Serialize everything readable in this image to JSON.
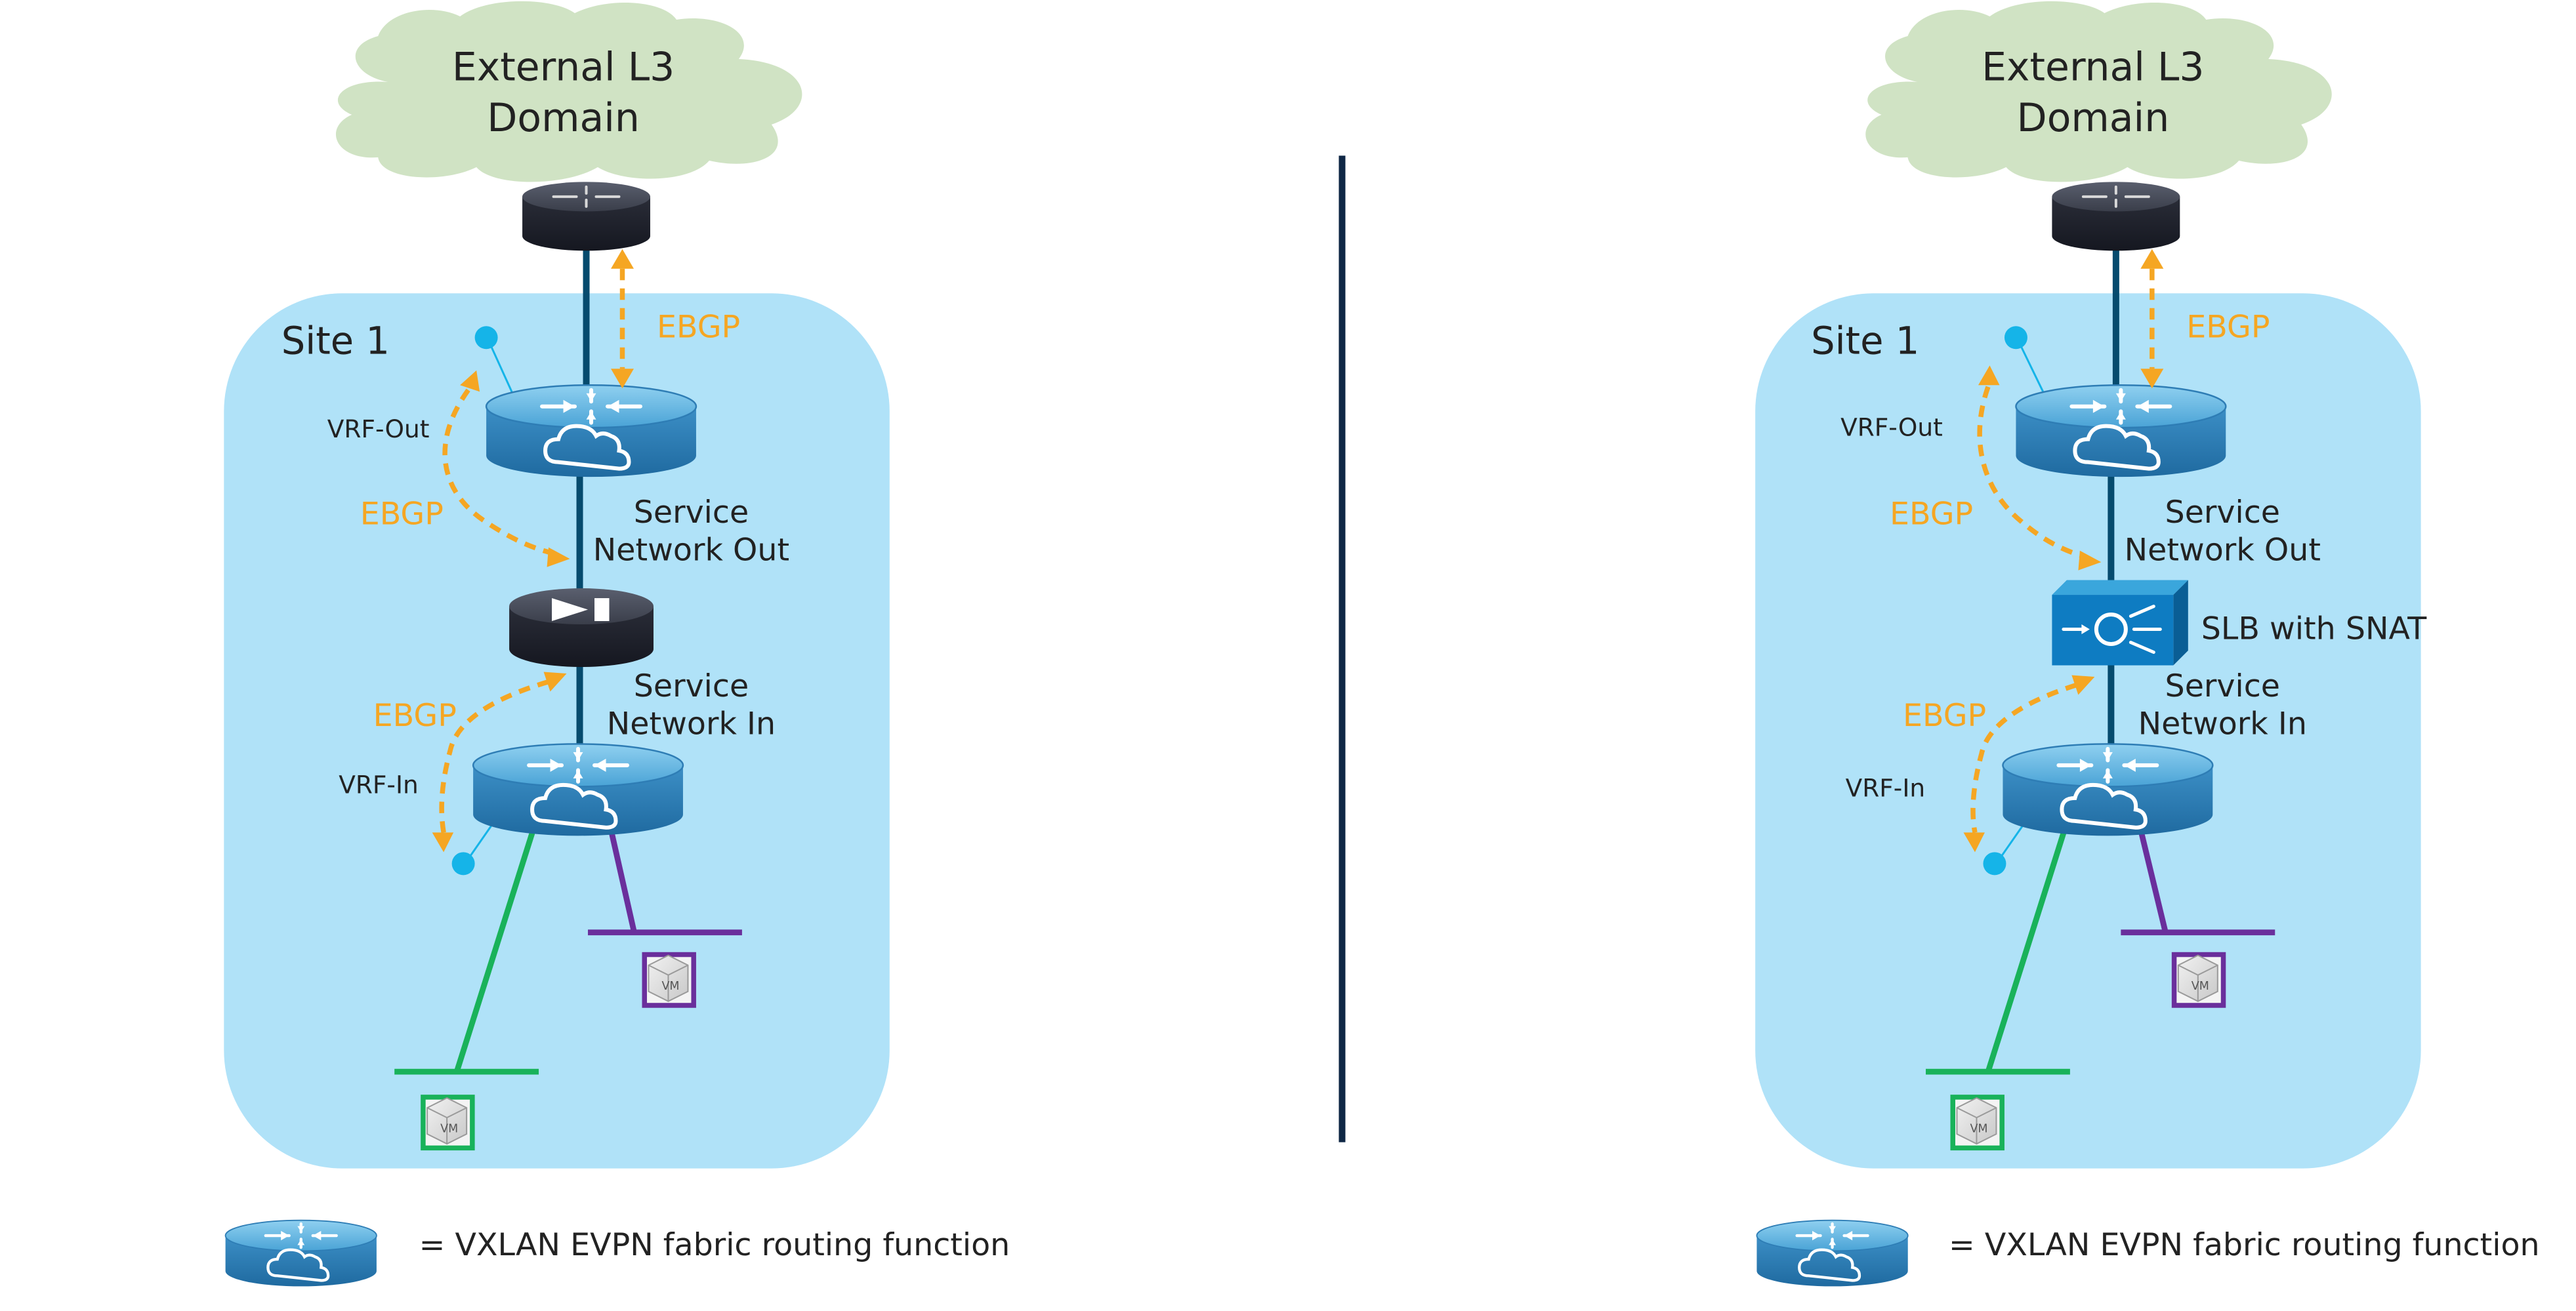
{
  "colors": {
    "site_fill": "#b0e2f8",
    "cloud_fill": "#d0e3c4",
    "ebgp": "#f5a623",
    "wire": "#064b6e",
    "green": "#19b25a",
    "purple": "#6a2f9c",
    "divider": "#0f2745",
    "dot": "#15b4e8"
  },
  "left": {
    "cloud_label_line1": "External L3",
    "cloud_label_line2": "Domain",
    "site_label": "Site 1",
    "ebgp_top": "EBGP",
    "vrf_out": "VRF-Out",
    "ebgp_mid": "EBGP",
    "service_out_line1": "Service",
    "service_out_line2": "Network Out",
    "service_in_line1": "Service",
    "service_in_line2": "Network In",
    "ebgp_low": "EBGP",
    "vrf_in": "VRF-In",
    "vm_label_1": "VM",
    "vm_label_2": "VM",
    "legend_text": "= VXLAN EVPN fabric routing function"
  },
  "right": {
    "cloud_label_line1": "External L3",
    "cloud_label_line2": "Domain",
    "site_label": "Site 1",
    "ebgp_top": "EBGP",
    "vrf_out": "VRF-Out",
    "ebgp_mid": "EBGP",
    "service_out_line1": "Service",
    "service_out_line2": "Network Out",
    "slb_label": "SLB with SNAT",
    "service_in_line1": "Service",
    "service_in_line2": "Network In",
    "ebgp_low": "EBGP",
    "vrf_in": "VRF-In",
    "vm_label_1": "VM",
    "vm_label_2": "VM",
    "legend_text": "= VXLAN EVPN fabric routing function"
  }
}
